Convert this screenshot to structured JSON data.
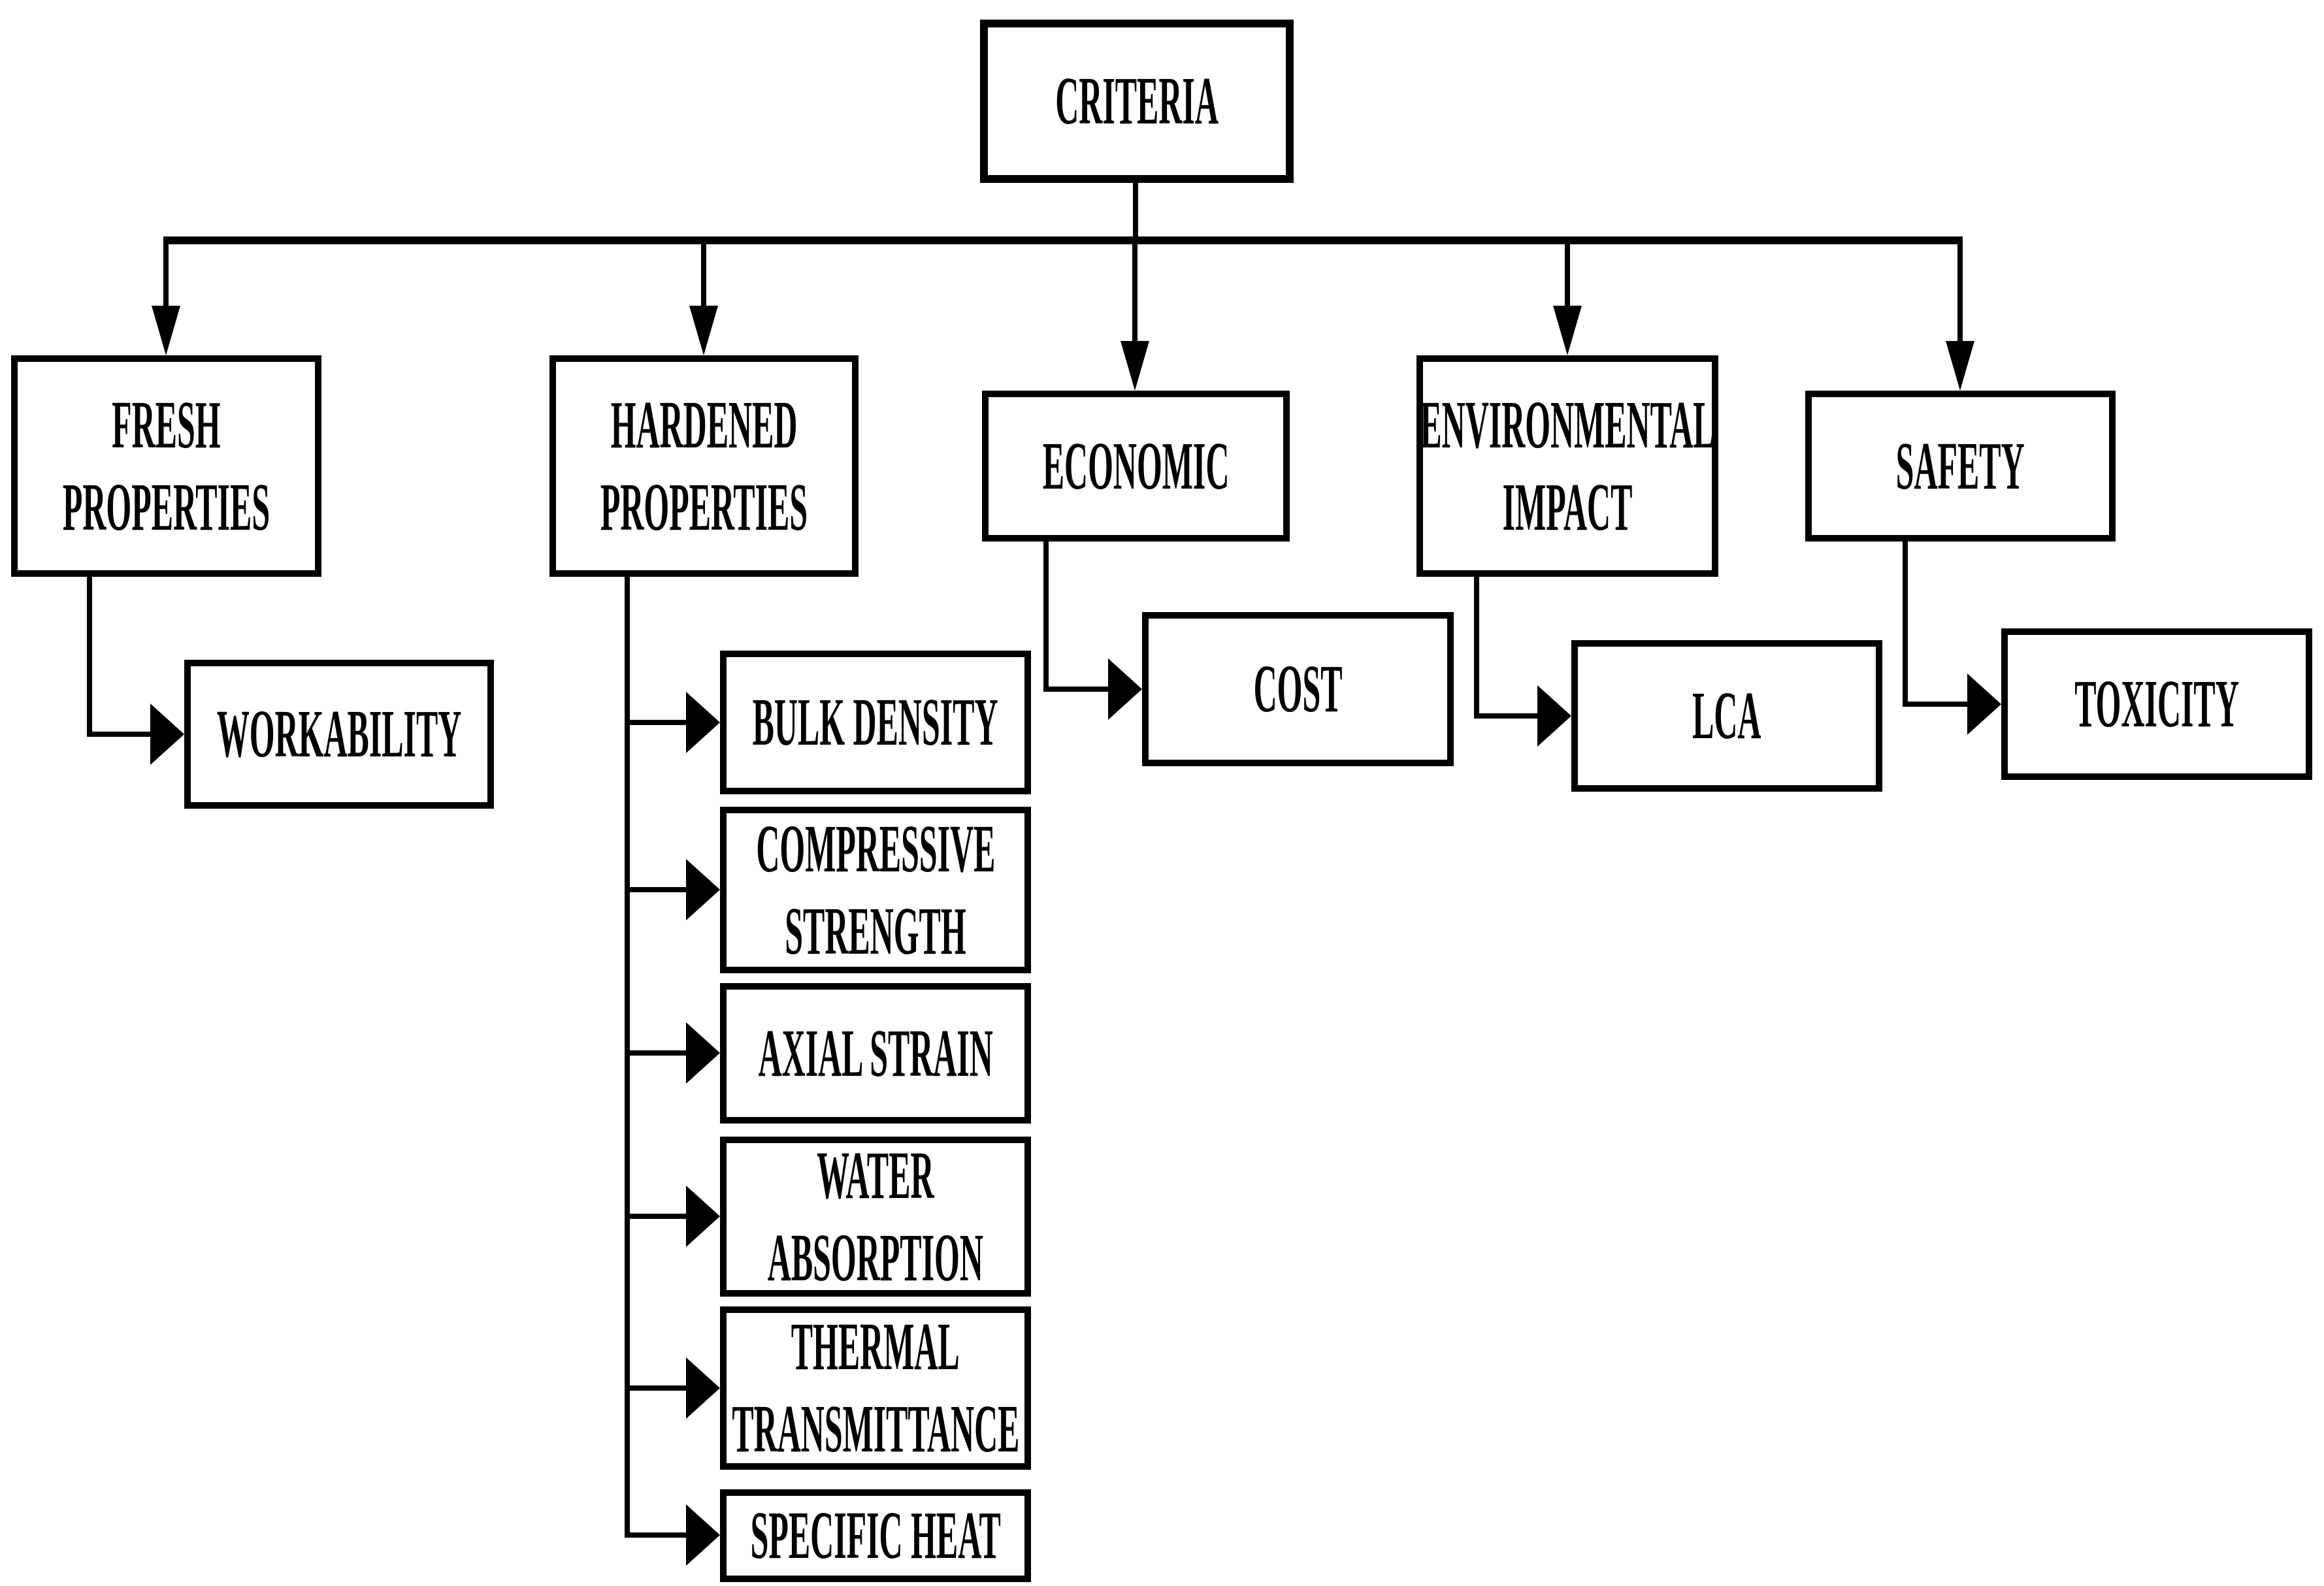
{
  "diagram": {
    "title": "CRITERIA",
    "colors": {
      "ink": "#000000",
      "background": "#ffffff"
    },
    "nodes": {
      "criteria": {
        "lines": [
          "CRITERIA"
        ]
      },
      "fresh": {
        "lines": [
          "FRESH",
          "PROPERTIES"
        ]
      },
      "hardened": {
        "lines": [
          "HARDENED",
          "PROPERTIES"
        ]
      },
      "economic": {
        "lines": [
          "ECONOMIC"
        ]
      },
      "environmental": {
        "lines": [
          "ENVIRONMENTAL",
          "IMPACT"
        ]
      },
      "safety": {
        "lines": [
          "SAFETY"
        ]
      },
      "workability": {
        "lines": [
          "WORKABILITY"
        ]
      },
      "bulk_density": {
        "lines": [
          "BULK DENSITY"
        ]
      },
      "compressive": {
        "lines": [
          "COMPRESSIVE",
          "STRENGTH"
        ]
      },
      "axial_strain": {
        "lines": [
          "AXIAL STRAIN"
        ]
      },
      "water_absorption": {
        "lines": [
          "WATER",
          "ABSORPTION"
        ]
      },
      "thermal_transmittance": {
        "lines": [
          "THERMAL",
          "TRANSMITTANCE"
        ]
      },
      "specific_heat": {
        "lines": [
          "SPECIFIC HEAT"
        ]
      },
      "cost": {
        "lines": [
          "COST"
        ]
      },
      "lca": {
        "lines": [
          "LCA"
        ]
      },
      "toxicity": {
        "lines": [
          "TOXICITY"
        ]
      }
    },
    "hierarchy": {
      "CRITERIA": [
        "FRESH PROPERTIES",
        "HARDENED PROPERTIES",
        "ECONOMIC",
        "ENVIRONMENTAL IMPACT",
        "SAFETY"
      ],
      "FRESH PROPERTIES": [
        "WORKABILITY"
      ],
      "HARDENED PROPERTIES": [
        "BULK DENSITY",
        "COMPRESSIVE STRENGTH",
        "AXIAL STRAIN",
        "WATER ABSORPTION",
        "THERMAL TRANSMITTANCE",
        "SPECIFIC HEAT"
      ],
      "ECONOMIC": [
        "COST"
      ],
      "ENVIRONMENTAL IMPACT": [
        "LCA"
      ],
      "SAFETY": [
        "TOXICITY"
      ]
    }
  }
}
